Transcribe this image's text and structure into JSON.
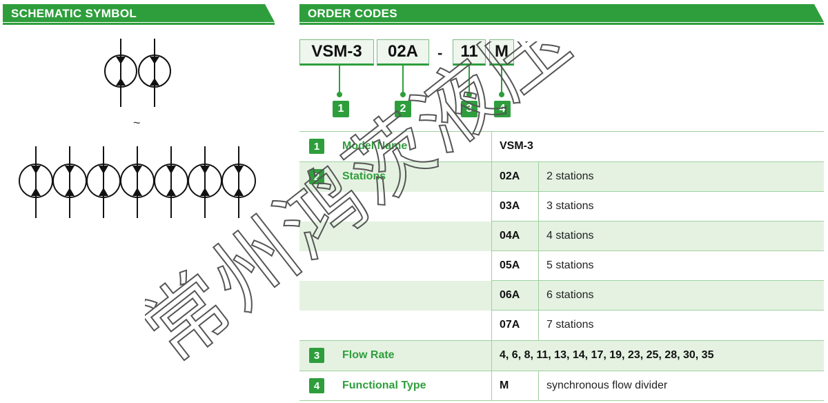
{
  "left_panel": {
    "title": "SCHEMATIC SYMBOL",
    "range_symbol": "~"
  },
  "right_panel": {
    "title": "ORDER CODES",
    "code": {
      "segments": [
        "VSM-3",
        "02A",
        "11",
        "M"
      ],
      "separator": "-",
      "numbers": [
        "1",
        "2",
        "3",
        "4"
      ]
    },
    "table": {
      "rows": [
        {
          "num": "1",
          "label": "Model Name",
          "code": "VSM-3",
          "desc": ""
        },
        {
          "num": "2",
          "label": "Stations",
          "code": "02A",
          "desc": "2 stations"
        },
        {
          "num": "",
          "label": "",
          "code": "03A",
          "desc": "3 stations"
        },
        {
          "num": "",
          "label": "",
          "code": "04A",
          "desc": "4 stations"
        },
        {
          "num": "",
          "label": "",
          "code": "05A",
          "desc": "5 stations"
        },
        {
          "num": "",
          "label": "",
          "code": "06A",
          "desc": "6 stations"
        },
        {
          "num": "",
          "label": "",
          "code": "07A",
          "desc": "7 stations"
        },
        {
          "num": "3",
          "label": "Flow Rate",
          "code": "4, 6, 8, 11, 13, 14, 17, 19, 23, 25, 28, 30, 35",
          "desc": ""
        },
        {
          "num": "4",
          "label": "Functional Type",
          "code": "M",
          "desc": "synchronous flow divider"
        }
      ]
    }
  },
  "watermark": "常州鸿茨液压",
  "colors": {
    "accent": "#2e9e3c",
    "row_shade": "#e5f2e2"
  }
}
